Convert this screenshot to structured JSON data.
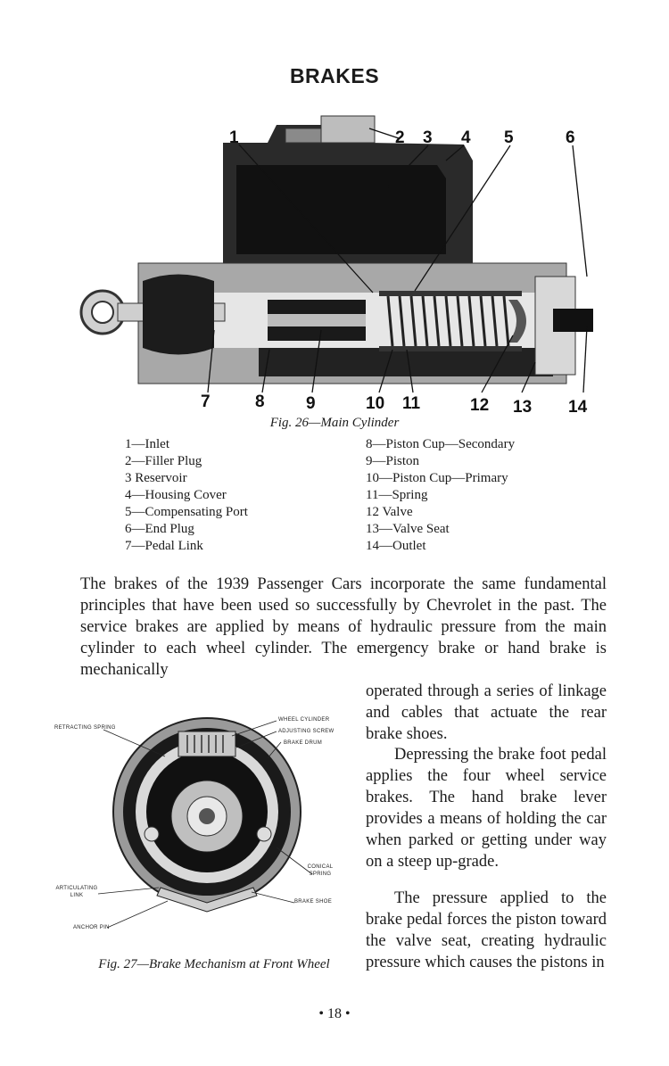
{
  "page": {
    "title": "BRAKES",
    "page_number": "• 18 •"
  },
  "figure26": {
    "caption": "Fig. 26—Main Cylinder",
    "callouts": [
      "1",
      "2",
      "3",
      "4",
      "5",
      "6",
      "7",
      "8",
      "9",
      "10",
      "11",
      "12",
      "13",
      "14"
    ],
    "legend_left": [
      "1—Inlet",
      "2—Filler Plug",
      "3 Reservoir",
      "4—Housing Cover",
      "5—Compensating Port",
      "6—End Plug",
      "7—Pedal Link"
    ],
    "legend_right": [
      "8—Piston Cup—Secondary",
      "9—Piston",
      "10—Piston Cup—Primary",
      "11—Spring",
      "12 Valve",
      "13—Valve Seat",
      "14—Outlet"
    ]
  },
  "body": {
    "para1": "The brakes of the 1939 Passenger Cars incorporate the same fundamental principles that have been used so successfully by Chevrolet in the past. The service brakes are applied by means of hydraulic pressure from the main cylinder to each wheel cylinder. The emergency brake or hand brake is mechanically",
    "para1_cont": "operated through a series of linkage and cables that actuate the rear brake shoes.",
    "para2": "Depressing the brake foot pedal applies the four wheel service brakes. The hand brake lever provides a means of holding the car when parked or getting under way on a steep up-grade.",
    "para3": "The pressure applied to the brake pedal forces the piston toward the valve seat, creating hydraulic pressure which causes the pistons in"
  },
  "figure27": {
    "caption": "Fig. 27—Brake Mechanism at Front Wheel",
    "labels": {
      "retracting_spring": "RETRACTING SPRING",
      "wheel_cylinder": "WHEEL CYLINDER",
      "adjusting_screw": "ADJUSTING SCREW",
      "brake_drum": "BRAKE DRUM",
      "conical_spring": "CONICAL SPRING",
      "articulating_link": "ARTICULATING LINK",
      "brake_shoe": "BRAKE SHOE",
      "anchor_pin": "ANCHOR PIN"
    }
  }
}
